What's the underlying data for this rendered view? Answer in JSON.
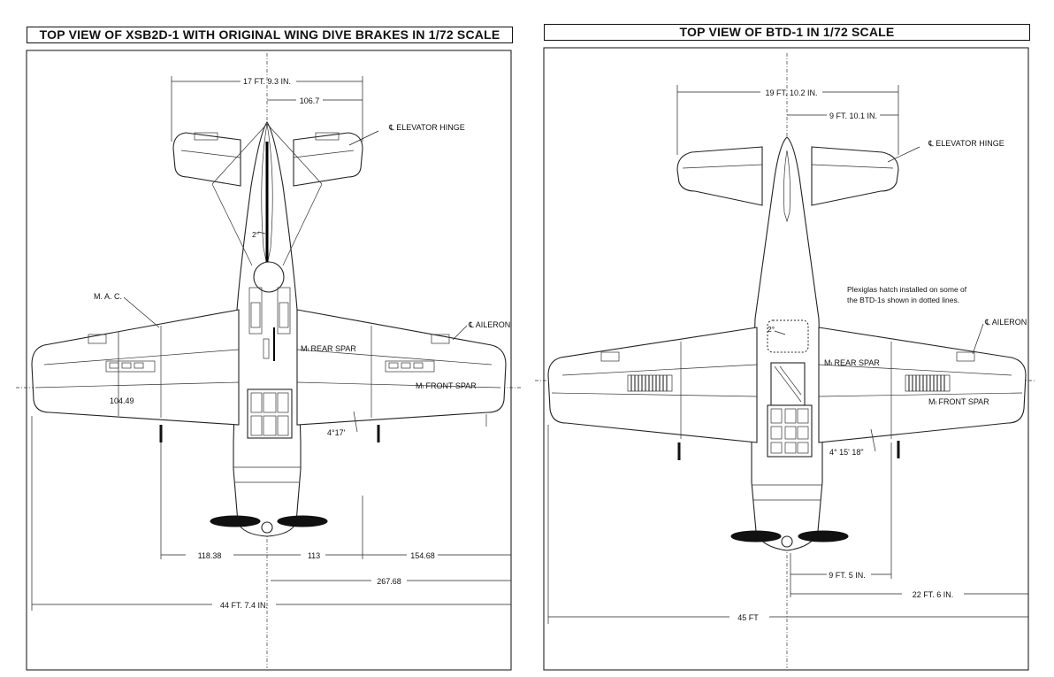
{
  "left_panel": {
    "title": "TOP VIEW OF XSB2D-1 WITH ORIGINAL WING DIVE BRAKES IN 1/72 SCALE",
    "labels": {
      "tail_span": "17 FT. 9.3 IN.",
      "half_tail": "106.7",
      "elevator_hinge": "℄ ELEVATOR HINGE",
      "angle_small": "2°",
      "mac": "M. A. C.",
      "aileron": "℄ AILERON",
      "rear_spar": "Mₗ REAR SPAR",
      "front_spar": "Mₗ FRONT SPAR",
      "chord": "104.49",
      "dihedral": "4°17'",
      "dim_a": "118.38",
      "dim_b": "113",
      "dim_c": "154.68",
      "dim_d": "267.68",
      "span": "44 FT. 7.4 IN."
    }
  },
  "right_panel": {
    "title": "TOP VIEW OF BTD-1 IN 1/72 SCALE",
    "labels": {
      "tail_span": "19 FT. 10.2 IN.",
      "half_tail": "9 FT. 10.1 IN.",
      "elevator_hinge": "℄ ELEVATOR HINGE",
      "note_line1": "Plexiglas  hatch installed on some of",
      "note_line2": "the BTD-1s shown in dotted lines.",
      "angle_small": "2°",
      "aileron": "℄ AILERON",
      "rear_spar": "Mₗ REAR SPAR",
      "front_spar": "Mₗ FRONT SPAR",
      "dihedral": "4° 15' 18\"",
      "dim_a": "9 FT. 5 IN.",
      "dim_b": "22 FT. 6 IN.",
      "span": "45 FT"
    }
  }
}
